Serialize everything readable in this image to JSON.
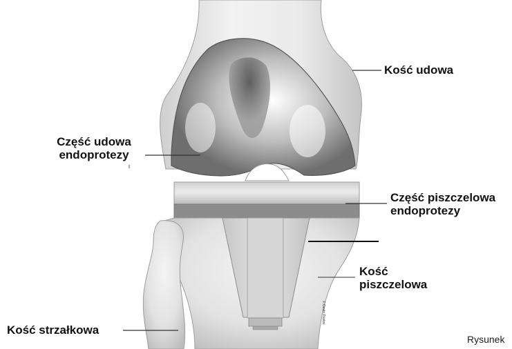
{
  "labels": {
    "femur": "Kość udowa",
    "femoral_component_line1": "Część udowa",
    "femoral_component_line2": "endoprotezy",
    "tibial_component_line1": "Część piszczelowa",
    "tibial_component_line2": "endoprotezy",
    "tibia_line1": "Kość",
    "tibia_line2": "piszczelowa",
    "fibula": "Kość strzałkowa"
  },
  "footer": {
    "caption": "Rysunek"
  },
  "copyright": "© Dmitri Pavlov"
}
